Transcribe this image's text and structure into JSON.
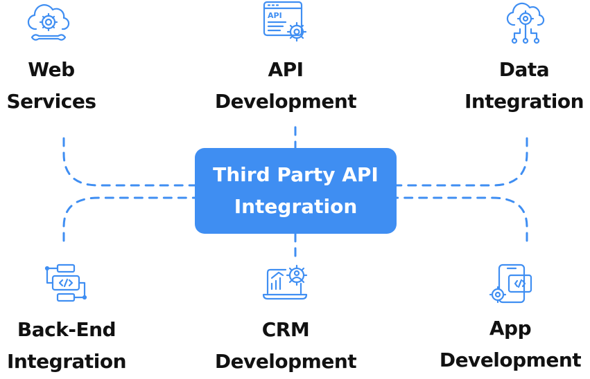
{
  "center": {
    "line1": "Third Party API",
    "line2": "Integration"
  },
  "nodes": {
    "web_services": {
      "line1": "Web",
      "line2": "Services",
      "icon": "cloud-gear-wrench-icon"
    },
    "api_development": {
      "line1": "API",
      "line2": "Development",
      "icon": "api-window-gear-icon",
      "icon_text": "API"
    },
    "data_integration": {
      "line1": "Data",
      "line2": "Integration",
      "icon": "cloud-gear-network-icon"
    },
    "backend": {
      "line1": "Back-End",
      "line2": "Integration",
      "icon": "code-workflow-icon"
    },
    "crm": {
      "line1": "CRM",
      "line2": "Development",
      "icon": "laptop-chart-user-gear-icon"
    },
    "app": {
      "line1": "App",
      "line2": "Development",
      "icon": "mobile-code-gear-icon"
    }
  },
  "colors": {
    "accent": "#3f8ef2",
    "text": "#111111",
    "center_text": "#ffffff"
  }
}
